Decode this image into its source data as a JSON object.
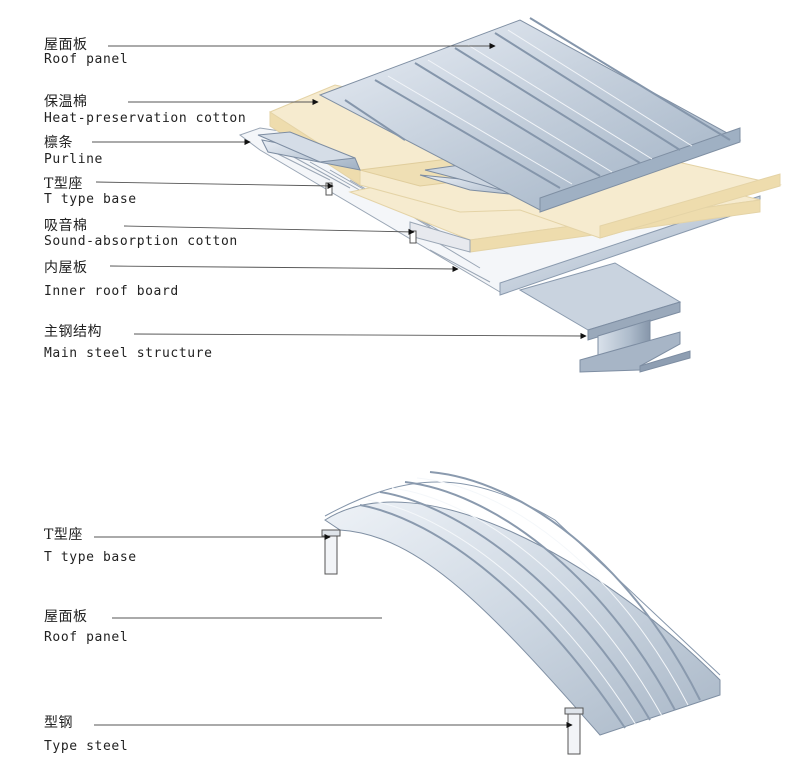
{
  "top_diagram": {
    "labels": [
      {
        "zh": "屋面板",
        "en": "Roof panel"
      },
      {
        "zh": "保温棉",
        "en": "Heat-preservation cotton"
      },
      {
        "zh": "檩条",
        "en": "Purline"
      },
      {
        "zh": "T型座",
        "en": "T type base"
      },
      {
        "zh": "吸音棉",
        "en": "Sound-absorption cotton"
      },
      {
        "zh": "内屋板",
        "en": "Inner roof board"
      },
      {
        "zh": "主钢结构",
        "en": "Main steel structure"
      }
    ]
  },
  "bottom_diagram": {
    "labels": [
      {
        "zh": "T型座",
        "en": "T type base"
      },
      {
        "zh": "屋面板",
        "en": "Roof panel"
      },
      {
        "zh": "型钢",
        "en": "Type steel"
      }
    ]
  },
  "colors": {
    "steel_light": "#dfe6ef",
    "steel_mid": "#b7c4d4",
    "steel_dark": "#8a9aae",
    "insulation": "#f6ebcf",
    "insulation_edge": "#e4d3a6",
    "line": "#555555"
  }
}
